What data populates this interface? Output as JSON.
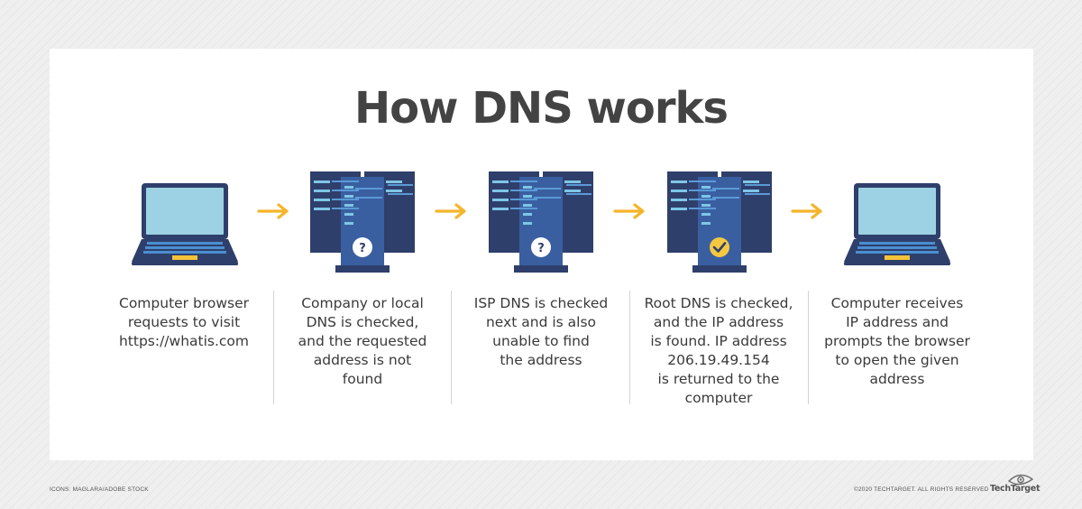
{
  "title": "How DNS works",
  "steps": [
    {
      "icon": "laptop-icon",
      "text": "Computer browser\nrequests to visit\nhttps://whatis.com"
    },
    {
      "icon": "dns-server-question-icon",
      "badge": "?",
      "text": "Company or local\nDNS is checked,\nand the requested\naddress is not\nfound"
    },
    {
      "icon": "dns-server-question-icon",
      "badge": "?",
      "text": "ISP DNS is checked\nnext and is also\nunable to find\nthe address"
    },
    {
      "icon": "dns-server-check-icon",
      "badge": "✓",
      "text": "Root DNS is checked,\nand the IP address\nis found. IP address\n206.19.49.154\nis returned to the\ncomputer"
    },
    {
      "icon": "laptop-icon",
      "text": "Computer receives\nIP address and\nprompts the browser\nto open the given\naddress"
    }
  ],
  "footer": {
    "credit": "ICONS: MAGLARA/ADOBE STOCK",
    "copyright": "©2020 TECHTARGET. ALL RIGHTS RESERVED",
    "brand": "TechTarget"
  },
  "colors": {
    "server_navy": "#2f3f6b",
    "server_blue": "#3a7cc4",
    "server_bar": "#7ec6e6",
    "laptop_screen": "#9cd2e3",
    "laptop_frame": "#2f3f6b",
    "laptop_key": "#4a8fd0",
    "trackpad": "#f5c33a",
    "arrow": "#f5b52a",
    "check_badge": "#f5c842",
    "title": "#434343",
    "text": "#3a3a3a"
  }
}
